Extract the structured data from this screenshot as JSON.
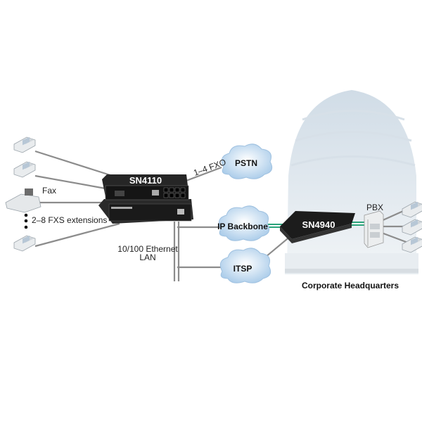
{
  "devices": {
    "gateway": "SN4110",
    "core": "SN4940",
    "pbx": "PBX"
  },
  "clouds": {
    "pstn": "PSTN",
    "backbone": "IP Backbone",
    "itsp": "ITSP"
  },
  "labels": {
    "fxo": "1–4 FXO",
    "fax": "Fax",
    "fxs": "2–8 FXS extensions",
    "lan_line1": "10/100 Ethernet",
    "lan_line2": "LAN",
    "hq": "Corporate Headquarters"
  },
  "colors": {
    "cloud": "#cfe3f5",
    "device": "#1c1c1c",
    "building": "#e3eaf0",
    "link_green": "#2aa37a"
  }
}
